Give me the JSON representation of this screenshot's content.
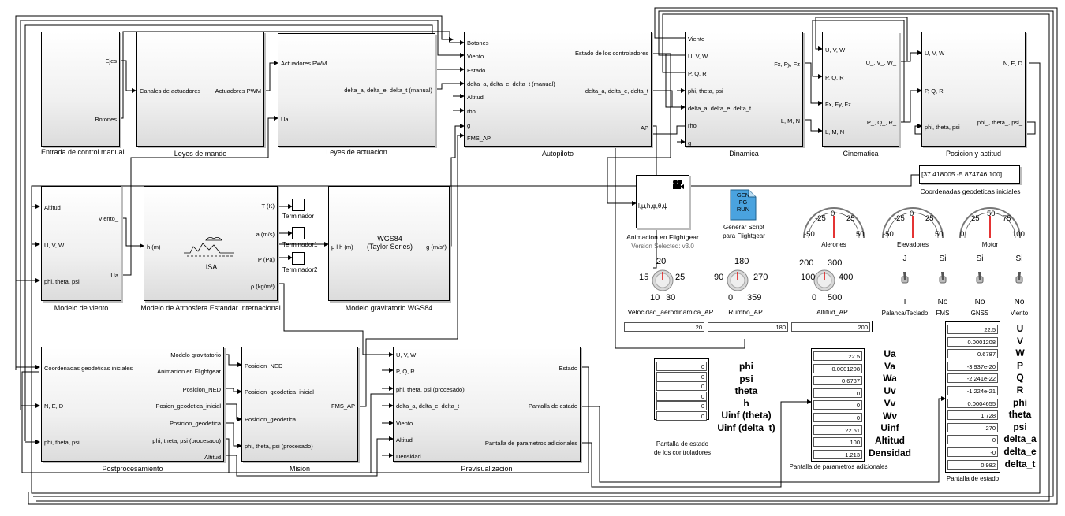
{
  "blocks": {
    "entrada": {
      "title": "Entrada de control manual",
      "ports_out": [
        "Ejes",
        "Botones"
      ]
    },
    "leyes_mando": {
      "title": "Leyes de mando",
      "ports_in": [
        "Canales de actuadores"
      ],
      "ports_out": [
        "Actuadores PWM"
      ]
    },
    "leyes_act": {
      "title": "Leyes de actuacion",
      "ports_in": [
        "Actuadores PWM",
        "Ua"
      ],
      "ports_out": [
        "delta_a, delta_e, delta_t (manual)"
      ]
    },
    "autopiloto": {
      "title": "Autopiloto",
      "ports_in": [
        "Botones",
        "Viento",
        "Estado",
        "delta_a, delta_e, delta_t (manual)",
        "Altitud",
        "rho",
        "g",
        "FMS_AP"
      ],
      "ports_out": [
        "Estado de los controladores",
        "delta_a, delta_e, delta_t",
        "AP"
      ]
    },
    "dinamica": {
      "title": "Dinamica",
      "ports_in": [
        "Viento",
        "U, V, W",
        "P, Q, R",
        "phi, theta, psi",
        "delta_a, delta_e, delta_t",
        "rho",
        "g"
      ],
      "ports_out": [
        "Fx, Fy, Fz",
        "L, M, N"
      ]
    },
    "cinematica": {
      "title": "Cinematica",
      "ports_in": [
        "U, V, W",
        "P, Q, R",
        "Fx, Fy, Fz",
        "L, M, N"
      ],
      "ports_out": [
        "U_, V_, W_",
        "P_, Q_, R_"
      ]
    },
    "posicion": {
      "title": "Posicion y actitud",
      "ports_in": [
        "U, V, W",
        "P, Q, R",
        "phi, theta, psi"
      ],
      "ports_out": [
        "N, E, D",
        "phi_, theta_, psi_"
      ]
    },
    "viento": {
      "title": "Modelo de viento",
      "ports_in": [
        "Altitud",
        "U, V, W",
        "phi, theta, psi"
      ],
      "ports_out": [
        "Viento_",
        "Ua"
      ]
    },
    "atmosfera": {
      "title": "Modelo de Atmosfera Estandar Internacional",
      "center": "ISA",
      "ports_in": [
        "h (m)"
      ],
      "ports_out": [
        "T (K)",
        "a (m/s)",
        "P (Pa)",
        "ρ (kg/m³)"
      ]
    },
    "gravitatorio": {
      "title": "Modelo gravitatorio WGS84",
      "center1": "WGS84",
      "center2": "(Taylor Series)",
      "ports_in": [
        "μ l h (m)"
      ],
      "ports_out": [
        "g (m/s²)"
      ]
    },
    "postproc": {
      "title": "Postprocesamiento",
      "ports_in": [
        "Coordenadas geodeticas iniciales",
        "N, E, D",
        "phi, theta, psi"
      ],
      "ports_out": [
        "Modelo gravitatorio",
        "Animacion en Flightgear",
        "Posicion_NED",
        "Posion_geodetica_inicial",
        "Posicion_geodetica",
        "phi, theta, psi (procesado)",
        "Altitud"
      ]
    },
    "mision": {
      "title": "Mision",
      "ports_in": [
        "Posicion_NED",
        "Posicion_geodetica_inicial",
        "Posicion_geodetica",
        "phi, theta, psi (procesado)"
      ],
      "ports_out": [
        "FMS_AP"
      ]
    },
    "previs": {
      "title": "Previsualizacion",
      "ports_in": [
        "U, V, W",
        "P, Q, R",
        "phi, theta, psi (procesado)",
        "delta_a, delta_e, delta_t",
        "Viento",
        "Altitud",
        "Densidad"
      ],
      "ports_out": [
        "Estado",
        "Pantalla de estado",
        "Pantalla de parametros adicionales"
      ]
    }
  },
  "terminators": [
    "Terminador",
    "Terminador1",
    "Terminador2"
  ],
  "coords_const": {
    "value": "[37.418005 -5.874746 100]",
    "label": "Coordenadas geodeticas iniciales"
  },
  "flightgear": {
    "icon_text": "l,μ,h,φ,θ,ψ",
    "label": "Animacion en Flightgear",
    "version": "Version Selected: v3.0"
  },
  "script": {
    "icon_text": "GEN\nFG\nRUN",
    "label1": "Generar Script",
    "label2": "para Flightgear"
  },
  "gauges": [
    {
      "label": "Alerones",
      "ticks": [
        "-50",
        "-25",
        "0",
        "25",
        "50"
      ]
    },
    {
      "label": "Elevadores",
      "ticks": [
        "-50",
        "-25",
        "0",
        "25",
        "50"
      ]
    },
    {
      "label": "Motor",
      "ticks": [
        "0",
        "25",
        "50",
        "75",
        "100"
      ]
    }
  ],
  "knobs": [
    {
      "label": "Velocidad_aerodinamica_AP",
      "ticks": [
        "10",
        "15",
        "20",
        "25",
        "30"
      ],
      "value": "20"
    },
    {
      "label": "Rumbo_AP",
      "ticks": [
        "0",
        "90",
        "180",
        "270",
        "359"
      ],
      "value": "180"
    },
    {
      "label": "Altitud_AP",
      "ticks": [
        "0",
        "100",
        "200",
        "300",
        "400",
        "500"
      ],
      "value": "200"
    }
  ],
  "switches": [
    {
      "top": "J",
      "bottom": "T",
      "label": "Palanca/Teclado"
    },
    {
      "top": "Si",
      "bottom": "No",
      "label": "FMS"
    },
    {
      "top": "Si",
      "bottom": "No",
      "label": "GNSS"
    },
    {
      "top": "Si",
      "bottom": "No",
      "label": "Viento"
    }
  ],
  "pantalla_controladores": {
    "title1": "Pantalla de estado",
    "title2": "de los controladores",
    "values": [
      "0",
      "0",
      "0",
      "0",
      "0",
      "0"
    ],
    "labels": [
      "phi",
      "psi",
      "theta",
      "h",
      "Uinf (theta)",
      "Uinf (delta_t)"
    ]
  },
  "pantalla_adicionales": {
    "title": "Pantalla de parametros adicionales",
    "values": [
      "22.5",
      "0.0001208",
      "0.6787",
      "0",
      "0",
      "0",
      "22.51",
      "100",
      "1.213"
    ],
    "labels": [
      "Ua",
      "Va",
      "Wa",
      "Uv",
      "Vv",
      "Wv",
      "Uinf",
      "Altitud",
      "Densidad"
    ]
  },
  "pantalla_estado": {
    "title": "Pantalla de estado",
    "values": [
      "22.5",
      "0.0001208",
      "0.6787",
      "-3.937e-20",
      "-2.241e-22",
      "-1.224e-21",
      "0.0004655",
      "1.728",
      "270",
      "0",
      "-0",
      "0.982"
    ],
    "labels": [
      "U",
      "V",
      "W",
      "P",
      "Q",
      "R",
      "phi",
      "theta",
      "psi",
      "delta_a",
      "delta_e",
      "delta_t"
    ]
  }
}
